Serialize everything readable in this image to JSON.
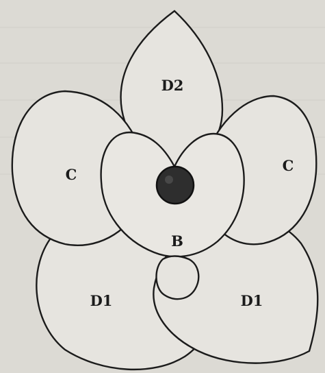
{
  "diagram": {
    "labels": {
      "top_petal": "D2",
      "left_petal": "C",
      "right_petal": "C",
      "center_petal": "B",
      "bottom_left_petal": "D1",
      "bottom_right_petal": "D1"
    },
    "colors": {
      "background": "#dcdad4",
      "petal_fill": "#e6e4df",
      "outline": "#1b1b1b",
      "center_dot": "#2e2e2e"
    }
  }
}
